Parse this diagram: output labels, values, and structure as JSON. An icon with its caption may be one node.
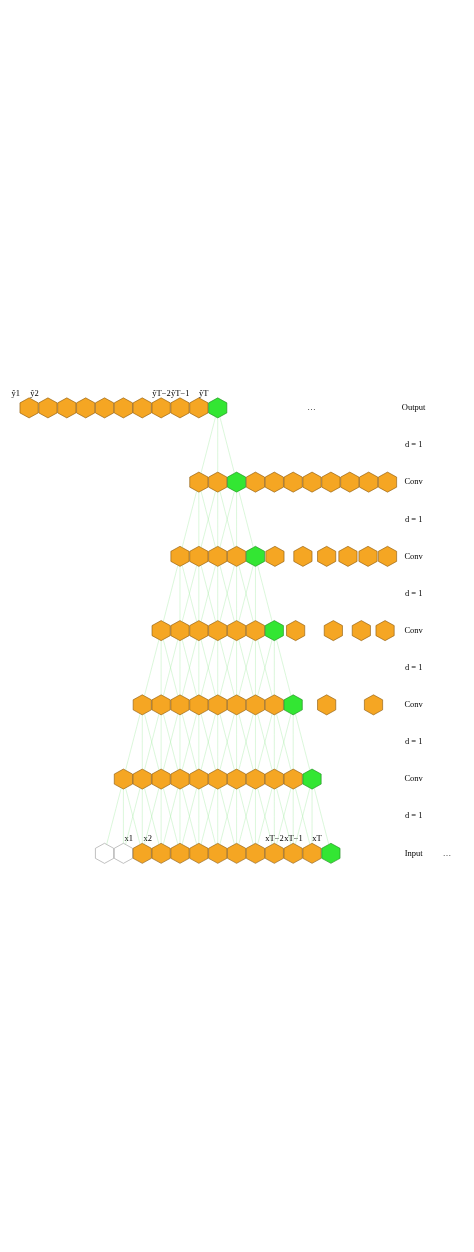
{
  "diagram": {
    "nodes": [
      {
        "text": [],
        "shape": "hexagon",
        "beside": [
          "ŷ1"
        ]
      },
      {
        "text": [],
        "shape": "hexagon",
        "beside": [
          "ŷ2"
        ]
      },
      {
        "text": [],
        "shape": "hexagon"
      },
      {
        "text": [],
        "shape": "hexagon"
      },
      {
        "text": [],
        "shape": "hexagon"
      },
      {
        "text": [],
        "shape": "hexagon"
      },
      {
        "text": [],
        "shape": "hexagon"
      },
      {
        "text": [],
        "shape": "hexagon"
      },
      {
        "text": [],
        "shape": "hexagon",
        "beside": [
          "ŷT−2"
        ]
      },
      {
        "text": [],
        "shape": "hexagon",
        "beside": [
          "ŷT−1"
        ]
      },
      {
        "text": [],
        "shape": "hexagon",
        "beside": [
          "ŷT"
        ]
      },
      {
        "text": [],
        "shape": "hexagon"
      },
      {
        "text": [],
        "shape": "hexagon"
      },
      {
        "text": [],
        "shape": "hexagon"
      },
      {
        "text": [],
        "shape": "hexagon"
      },
      {
        "text": [],
        "shape": "hexagon"
      },
      {
        "text": [],
        "shape": "hexagon"
      },
      {
        "text": [],
        "shape": "hexagon"
      },
      {
        "text": [],
        "shape": "hexagon"
      },
      {
        "text": [],
        "shape": "hexagon"
      },
      {
        "text": [],
        "shape": "hexagon"
      },
      {
        "text": [],
        "shape": "hexagon"
      },
      {
        "text": [],
        "shape": "hexagon"
      },
      {
        "text": [],
        "shape": "hexagon"
      },
      {
        "text": [],
        "shape": "hexagon"
      },
      {
        "text": [],
        "shape": "hexagon"
      },
      {
        "text": [],
        "shape": "hexagon"
      },
      {
        "text": [],
        "shape": "hexagon"
      },
      {
        "text": [],
        "shape": "hexagon"
      },
      {
        "text": [],
        "shape": "hexagon"
      },
      {
        "text": [],
        "shape": "hexagon"
      },
      {
        "text": [],
        "shape": "hexagon"
      },
      {
        "text": [],
        "shape": "hexagon"
      },
      {
        "text": [],
        "shape": "hexagon"
      },
      {
        "text": [],
        "shape": "hexagon"
      },
      {
        "text": [],
        "shape": "hexagon"
      },
      {
        "text": [],
        "shape": "hexagon"
      },
      {
        "text": [],
        "shape": "hexagon"
      },
      {
        "text": [],
        "shape": "hexagon"
      },
      {
        "text": [],
        "shape": "hexagon"
      },
      {
        "text": [],
        "shape": "hexagon"
      },
      {
        "text": [],
        "shape": "hexagon"
      },
      {
        "text": [],
        "shape": "hexagon"
      },
      {
        "text": [],
        "shape": "hexagon"
      },
      {
        "text": [],
        "shape": "hexagon"
      },
      {
        "text": [],
        "shape": "hexagon"
      },
      {
        "text": [],
        "shape": "hexagon"
      },
      {
        "text": [],
        "shape": "hexagon"
      },
      {
        "text": [],
        "shape": "hexagon"
      },
      {
        "text": [],
        "shape": "hexagon"
      },
      {
        "text": [],
        "shape": "hexagon"
      },
      {
        "text": [],
        "shape": "hexagon"
      },
      {
        "text": [],
        "shape": "hexagon"
      },
      {
        "text": [],
        "shape": "hexagon"
      },
      {
        "text": [],
        "shape": "hexagon"
      },
      {
        "text": [],
        "shape": "hexagon"
      },
      {
        "text": [],
        "shape": "hexagon"
      },
      {
        "text": [],
        "shape": "hexagon"
      },
      {
        "text": [],
        "shape": "hexagon"
      },
      {
        "text": [],
        "shape": "hexagon"
      },
      {
        "text": [],
        "shape": "hexagon"
      },
      {
        "text": [],
        "shape": "hexagon"
      },
      {
        "text": [],
        "shape": "hexagon"
      },
      {
        "text": [],
        "shape": "hexagon"
      },
      {
        "text": [],
        "shape": "hexagon"
      },
      {
        "text": [],
        "shape": "hexagon"
      },
      {
        "text": [],
        "shape": "hexagon"
      },
      {
        "text": [],
        "shape": "hexagon"
      },
      {
        "text": [],
        "shape": "hexagon",
        "beside": [
          "x1"
        ]
      },
      {
        "text": [],
        "shape": "hexagon",
        "beside": [
          "x2"
        ]
      },
      {
        "text": [],
        "shape": "hexagon"
      },
      {
        "text": [],
        "shape": "hexagon"
      },
      {
        "text": [],
        "shape": "hexagon"
      },
      {
        "text": [],
        "shape": "hexagon"
      },
      {
        "text": [],
        "shape": "hexagon"
      },
      {
        "text": [],
        "shape": "hexagon"
      },
      {
        "text": [],
        "shape": "hexagon",
        "beside": [
          "xT−2"
        ]
      },
      {
        "text": [],
        "shape": "hexagon",
        "beside": [
          "xT−1"
        ]
      },
      {
        "text": [],
        "shape": "hexagon",
        "beside": [
          "xT"
        ]
      }
    ],
    "edges": [
      {
        "from": 10,
        "to": 19,
        "arrow": "none"
      },
      {
        "from": 10,
        "to": 20,
        "arrow": "none"
      },
      {
        "from": 10,
        "to": 21,
        "arrow": "none"
      },
      {
        "from": 19,
        "to": 28,
        "arrow": "none"
      },
      {
        "from": 19,
        "to": 29,
        "arrow": "none"
      },
      {
        "from": 19,
        "to": 30,
        "arrow": "none"
      },
      {
        "from": 20,
        "to": 29,
        "arrow": "none"
      },
      {
        "from": 20,
        "to": 30,
        "arrow": "none"
      },
      {
        "from": 20,
        "to": 31,
        "arrow": "none"
      },
      {
        "from": 21,
        "to": 30,
        "arrow": "none"
      },
      {
        "from": 21,
        "to": 31,
        "arrow": "none"
      },
      {
        "from": 21,
        "to": 32,
        "arrow": "none"
      },
      {
        "from": 28,
        "to": 37,
        "arrow": "none"
      },
      {
        "from": 28,
        "to": 38,
        "arrow": "none"
      },
      {
        "from": 28,
        "to": 39,
        "arrow": "none"
      },
      {
        "from": 29,
        "to": 38,
        "arrow": "none"
      },
      {
        "from": 29,
        "to": 39,
        "arrow": "none"
      },
      {
        "from": 29,
        "to": 40,
        "arrow": "none"
      },
      {
        "from": 30,
        "to": 39,
        "arrow": "none"
      },
      {
        "from": 30,
        "to": 40,
        "arrow": "none"
      },
      {
        "from": 30,
        "to": 41,
        "arrow": "none"
      },
      {
        "from": 31,
        "to": 40,
        "arrow": "none"
      },
      {
        "from": 31,
        "to": 41,
        "arrow": "none"
      },
      {
        "from": 31,
        "to": 42,
        "arrow": "none"
      },
      {
        "from": 32,
        "to": 41,
        "arrow": "none"
      },
      {
        "from": 32,
        "to": 42,
        "arrow": "none"
      },
      {
        "from": 32,
        "to": 43,
        "arrow": "none"
      },
      {
        "from": 37,
        "to": 46,
        "arrow": "none"
      },
      {
        "from": 37,
        "to": 47,
        "arrow": "none"
      },
      {
        "from": 37,
        "to": 48,
        "arrow": "none"
      },
      {
        "from": 38,
        "to": 47,
        "arrow": "none"
      },
      {
        "from": 38,
        "to": 48,
        "arrow": "none"
      },
      {
        "from": 38,
        "to": 49,
        "arrow": "none"
      },
      {
        "from": 39,
        "to": 48,
        "arrow": "none"
      },
      {
        "from": 39,
        "to": 49,
        "arrow": "none"
      },
      {
        "from": 39,
        "to": 50,
        "arrow": "none"
      },
      {
        "from": 40,
        "to": 49,
        "arrow": "none"
      },
      {
        "from": 40,
        "to": 50,
        "arrow": "none"
      },
      {
        "from": 40,
        "to": 51,
        "arrow": "none"
      },
      {
        "from": 41,
        "to": 50,
        "arrow": "none"
      },
      {
        "from": 41,
        "to": 51,
        "arrow": "none"
      },
      {
        "from": 41,
        "to": 52,
        "arrow": "none"
      },
      {
        "from": 42,
        "to": 51,
        "arrow": "none"
      },
      {
        "from": 42,
        "to": 52,
        "arrow": "none"
      },
      {
        "from": 42,
        "to": 53,
        "arrow": "none"
      },
      {
        "from": 43,
        "to": 52,
        "arrow": "none"
      },
      {
        "from": 43,
        "to": 53,
        "arrow": "none"
      },
      {
        "from": 43,
        "to": 54,
        "arrow": "none"
      },
      {
        "from": 46,
        "to": 55,
        "arrow": "none"
      },
      {
        "from": 46,
        "to": 56,
        "arrow": "none"
      },
      {
        "from": 46,
        "to": 57,
        "arrow": "none"
      },
      {
        "from": 47,
        "to": 56,
        "arrow": "none"
      },
      {
        "from": 47,
        "to": 57,
        "arrow": "none"
      },
      {
        "from": 47,
        "to": 58,
        "arrow": "none"
      },
      {
        "from": 48,
        "to": 57,
        "arrow": "none"
      },
      {
        "from": 48,
        "to": 58,
        "arrow": "none"
      },
      {
        "from": 48,
        "to": 59,
        "arrow": "none"
      },
      {
        "from": 49,
        "to": 58,
        "arrow": "none"
      },
      {
        "from": 49,
        "to": 59,
        "arrow": "none"
      },
      {
        "from": 49,
        "to": 60,
        "arrow": "none"
      },
      {
        "from": 50,
        "to": 59,
        "arrow": "none"
      },
      {
        "from": 50,
        "to": 60,
        "arrow": "none"
      },
      {
        "from": 50,
        "to": 61,
        "arrow": "none"
      },
      {
        "from": 51,
        "to": 60,
        "arrow": "none"
      },
      {
        "from": 51,
        "to": 61,
        "arrow": "none"
      },
      {
        "from": 51,
        "to": 62,
        "arrow": "none"
      },
      {
        "from": 52,
        "to": 61,
        "arrow": "none"
      },
      {
        "from": 52,
        "to": 62,
        "arrow": "none"
      },
      {
        "from": 52,
        "to": 63,
        "arrow": "none"
      },
      {
        "from": 53,
        "to": 62,
        "arrow": "none"
      },
      {
        "from": 53,
        "to": 63,
        "arrow": "none"
      },
      {
        "from": 53,
        "to": 64,
        "arrow": "none"
      },
      {
        "from": 54,
        "to": 63,
        "arrow": "none"
      },
      {
        "from": 54,
        "to": 64,
        "arrow": "none"
      },
      {
        "from": 54,
        "to": 65,
        "arrow": "none"
      },
      {
        "from": 55,
        "to": 66,
        "arrow": "none"
      },
      {
        "from": 55,
        "to": 67,
        "arrow": "none"
      },
      {
        "from": 55,
        "to": 68,
        "arrow": "none"
      },
      {
        "from": 56,
        "to": 67,
        "arrow": "none"
      },
      {
        "from": 56,
        "to": 68,
        "arrow": "none"
      },
      {
        "from": 56,
        "to": 69,
        "arrow": "none"
      },
      {
        "from": 57,
        "to": 68,
        "arrow": "none"
      },
      {
        "from": 57,
        "to": 69,
        "arrow": "none"
      },
      {
        "from": 57,
        "to": 70,
        "arrow": "none"
      },
      {
        "from": 58,
        "to": 69,
        "arrow": "none"
      },
      {
        "from": 58,
        "to": 70,
        "arrow": "none"
      },
      {
        "from": 58,
        "to": 71,
        "arrow": "none"
      },
      {
        "from": 59,
        "to": 70,
        "arrow": "none"
      },
      {
        "from": 59,
        "to": 71,
        "arrow": "none"
      },
      {
        "from": 59,
        "to": 72,
        "arrow": "none"
      },
      {
        "from": 60,
        "to": 71,
        "arrow": "none"
      },
      {
        "from": 60,
        "to": 72,
        "arrow": "none"
      },
      {
        "from": 60,
        "to": 73,
        "arrow": "none"
      },
      {
        "from": 61,
        "to": 72,
        "arrow": "none"
      },
      {
        "from": 61,
        "to": 73,
        "arrow": "none"
      },
      {
        "from": 61,
        "to": 74,
        "arrow": "none"
      },
      {
        "from": 62,
        "to": 73,
        "arrow": "none"
      },
      {
        "from": 62,
        "to": 74,
        "arrow": "none"
      },
      {
        "from": 62,
        "to": 75,
        "arrow": "none"
      },
      {
        "from": 63,
        "to": 74,
        "arrow": "none"
      },
      {
        "from": 63,
        "to": 75,
        "arrow": "none"
      },
      {
        "from": 63,
        "to": 76,
        "arrow": "none"
      },
      {
        "from": 64,
        "to": 75,
        "arrow": "none"
      },
      {
        "from": 64,
        "to": 76,
        "arrow": "none"
      },
      {
        "from": 64,
        "to": 77,
        "arrow": "none"
      },
      {
        "from": 65,
        "to": 76,
        "arrow": "none"
      },
      {
        "from": 65,
        "to": 77,
        "arrow": "none"
      },
      {
        "from": 65,
        "to": 78,
        "arrow": "none"
      }
    ],
    "labels": [
      "…",
      "Output",
      "d = 1",
      "Conv",
      "d = 1",
      "Conv",
      "d = 1",
      "Conv",
      "d = 1",
      "Conv",
      "d = 1",
      "Conv",
      "d = 1",
      "Input",
      "…"
    ]
  }
}
